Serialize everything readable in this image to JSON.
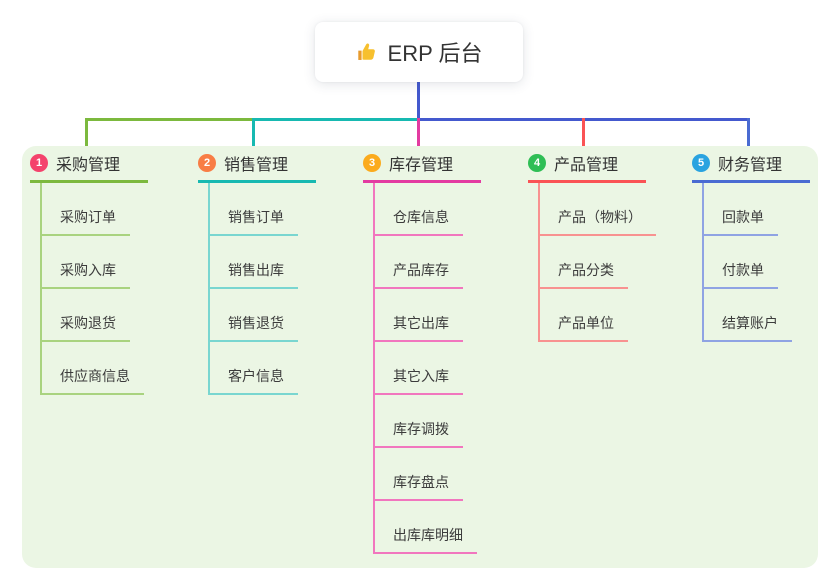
{
  "root": {
    "label": "ERP 后台",
    "icon": "thumbs-up-icon",
    "line_color": "#4459ce"
  },
  "panel": {
    "bg_color": "#ebf6e4"
  },
  "branches": [
    {
      "badge": "1",
      "label": "采购管理",
      "badge_color": "#f4436c",
      "line_color": "#7cb93e",
      "child_line_color": "#a9d37f",
      "children": [
        "采购订单",
        "采购入库",
        "采购退货",
        "供应商信息"
      ]
    },
    {
      "badge": "2",
      "label": "销售管理",
      "badge_color": "#f87d45",
      "line_color": "#17b9b1",
      "child_line_color": "#79d6d0",
      "children": [
        "销售订单",
        "销售出库",
        "销售退货",
        "客户信息"
      ]
    },
    {
      "badge": "3",
      "label": "库存管理",
      "badge_color": "#fbab1d",
      "line_color": "#e33ba1",
      "child_line_color": "#f176be",
      "children": [
        "仓库信息",
        "产品库存",
        "其它出库",
        "其它入库",
        "库存调拨",
        "库存盘点",
        "出库库明细"
      ]
    },
    {
      "badge": "4",
      "label": "产品管理",
      "badge_color": "#2fbe55",
      "line_color": "#fa5355",
      "child_line_color": "#f89290",
      "children": [
        "产品（物料）",
        "产品分类",
        "产品单位"
      ]
    },
    {
      "badge": "5",
      "label": "财务管理",
      "badge_color": "#2aa3e0",
      "line_color": "#4a6bd2",
      "child_line_color": "#8fa3e3",
      "children": [
        "回款单",
        "付款单",
        "结算账户"
      ]
    }
  ]
}
